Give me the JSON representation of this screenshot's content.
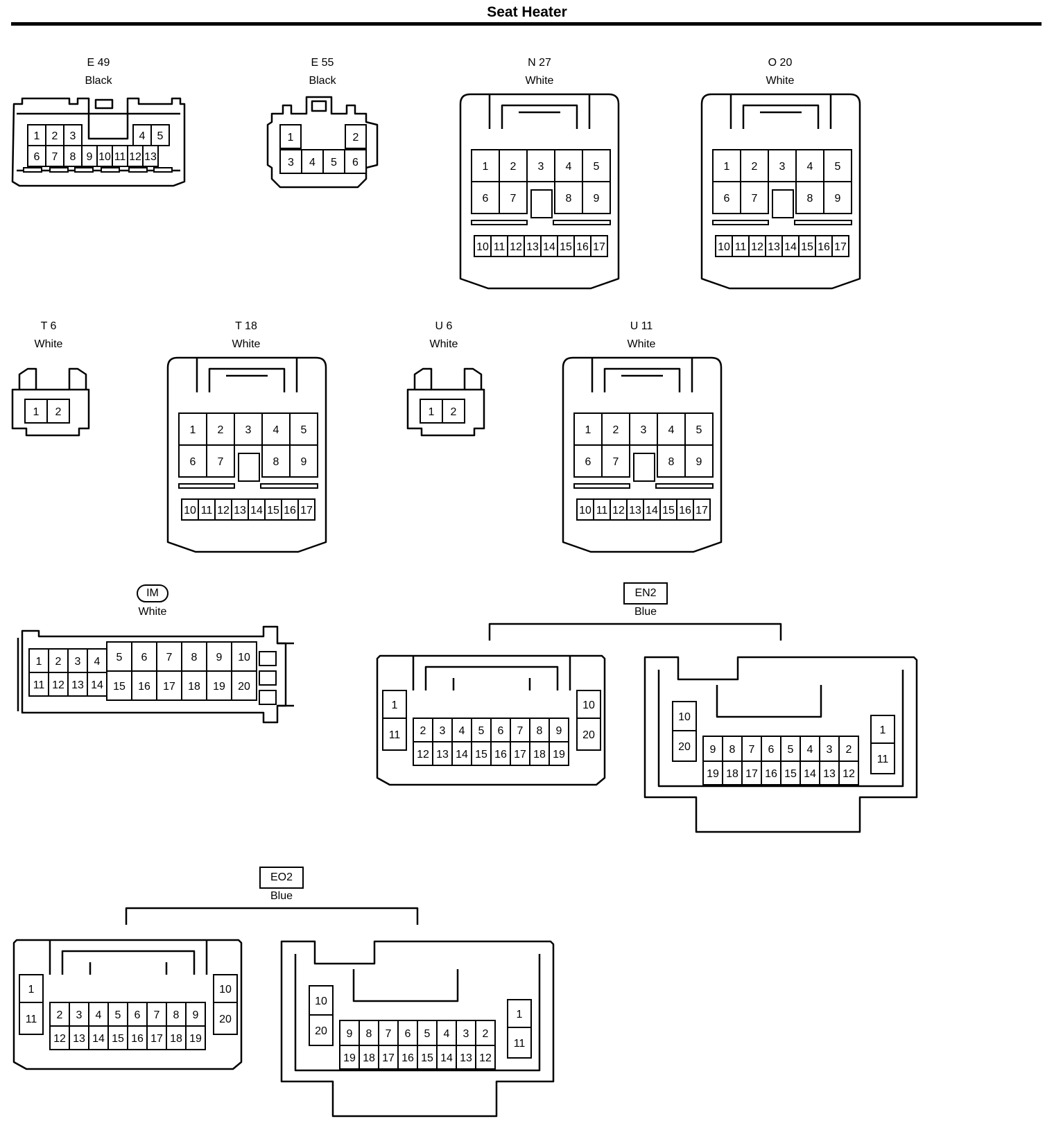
{
  "title": "Seat Heater",
  "connectors": {
    "E49": {
      "name": "E 49",
      "color": "Black",
      "row1a": [
        "1",
        "2",
        "3"
      ],
      "row1b": [
        "4",
        "5"
      ],
      "row2": [
        "6",
        "7",
        "8",
        "9",
        "10",
        "11",
        "12",
        "13"
      ]
    },
    "E55": {
      "name": "E 55",
      "color": "Black",
      "top": [
        "1",
        "2"
      ],
      "bottom": [
        "3",
        "4",
        "5",
        "6"
      ]
    },
    "N27": {
      "name": "N 27",
      "color": "White",
      "row1": [
        "1",
        "2",
        "3",
        "4",
        "5"
      ],
      "row2a": [
        "6",
        "7"
      ],
      "row2b": [
        "8",
        "9"
      ],
      "row3": [
        "10",
        "11",
        "12",
        "13",
        "14",
        "15",
        "16",
        "17"
      ]
    },
    "O20": {
      "name": "O 20",
      "color": "White",
      "row1": [
        "1",
        "2",
        "3",
        "4",
        "5"
      ],
      "row2a": [
        "6",
        "7"
      ],
      "row2b": [
        "8",
        "9"
      ],
      "row3": [
        "10",
        "11",
        "12",
        "13",
        "14",
        "15",
        "16",
        "17"
      ]
    },
    "T6": {
      "name": "T 6",
      "color": "White",
      "pins": [
        "1",
        "2"
      ]
    },
    "T18": {
      "name": "T 18",
      "color": "White",
      "row1": [
        "1",
        "2",
        "3",
        "4",
        "5"
      ],
      "row2a": [
        "6",
        "7"
      ],
      "row2b": [
        "8",
        "9"
      ],
      "row3": [
        "10",
        "11",
        "12",
        "13",
        "14",
        "15",
        "16",
        "17"
      ]
    },
    "U6": {
      "name": "U 6",
      "color": "White",
      "pins": [
        "1",
        "2"
      ]
    },
    "U11": {
      "name": "U 11",
      "color": "White",
      "row1": [
        "1",
        "2",
        "3",
        "4",
        "5"
      ],
      "row2a": [
        "6",
        "7"
      ],
      "row2b": [
        "8",
        "9"
      ],
      "row3": [
        "10",
        "11",
        "12",
        "13",
        "14",
        "15",
        "16",
        "17"
      ]
    },
    "IM": {
      "name": "IM",
      "color": "White",
      "small_top": [
        "1",
        "2",
        "3",
        "4"
      ],
      "small_bottom": [
        "11",
        "12",
        "13",
        "14"
      ],
      "big_top": [
        "5",
        "6",
        "7",
        "8",
        "9",
        "10"
      ],
      "big_bottom": [
        "15",
        "16",
        "17",
        "18",
        "19",
        "20"
      ]
    },
    "EN2": {
      "name": "EN2",
      "color": "Blue",
      "female": {
        "left": [
          "1",
          "11"
        ],
        "right": [
          "10",
          "20"
        ],
        "top": [
          "2",
          "3",
          "4",
          "5",
          "6",
          "7",
          "8",
          "9"
        ],
        "bottom": [
          "12",
          "13",
          "14",
          "15",
          "16",
          "17",
          "18",
          "19"
        ]
      },
      "male": {
        "left": [
          "10",
          "20"
        ],
        "right": [
          "1",
          "11"
        ],
        "top": [
          "9",
          "8",
          "7",
          "6",
          "5",
          "4",
          "3",
          "2"
        ],
        "bottom": [
          "19",
          "18",
          "17",
          "16",
          "15",
          "14",
          "13",
          "12"
        ]
      }
    },
    "EO2": {
      "name": "EO2",
      "color": "Blue",
      "female": {
        "left": [
          "1",
          "11"
        ],
        "right": [
          "10",
          "20"
        ],
        "top": [
          "2",
          "3",
          "4",
          "5",
          "6",
          "7",
          "8",
          "9"
        ],
        "bottom": [
          "12",
          "13",
          "14",
          "15",
          "16",
          "17",
          "18",
          "19"
        ]
      },
      "male": {
        "left": [
          "10",
          "20"
        ],
        "right": [
          "1",
          "11"
        ],
        "top": [
          "9",
          "8",
          "7",
          "6",
          "5",
          "4",
          "3",
          "2"
        ],
        "bottom": [
          "19",
          "18",
          "17",
          "16",
          "15",
          "14",
          "13",
          "12"
        ]
      }
    }
  }
}
